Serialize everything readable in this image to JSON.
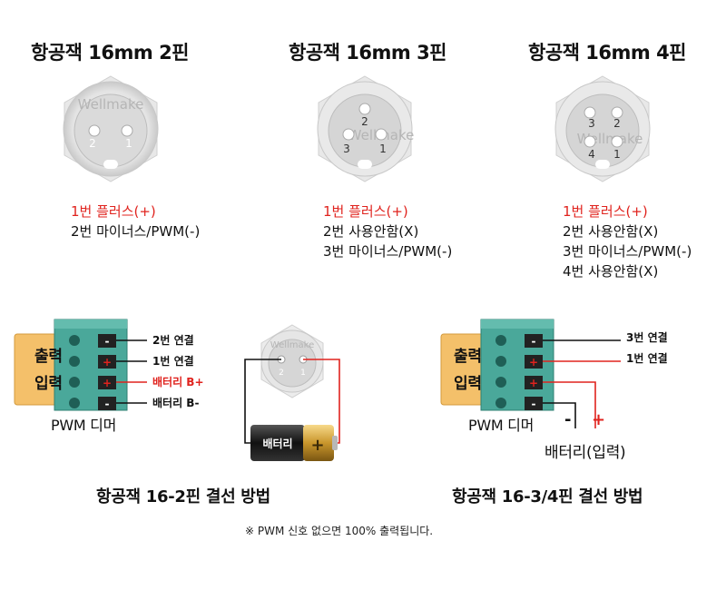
{
  "titles": {
    "pin2": "항공잭 16mm 2핀",
    "pin3": "항공잭 16mm 3핀",
    "pin4": "항공잭 16mm 4핀"
  },
  "watermark": "Wellmake",
  "pin_numbers": {
    "c2": [
      "2",
      "1"
    ],
    "c3": [
      "2",
      "3",
      "1"
    ],
    "c4": [
      "3",
      "2",
      "4",
      "1"
    ]
  },
  "descriptions": {
    "pin2": [
      "1번 플러스(+)",
      "2번 마이너스/PWM(-)"
    ],
    "pin3": [
      "1번 플러스(+)",
      "2번 사용안함(X)",
      "3번 마이너스/PWM(-)"
    ],
    "pin4": [
      "1번 플러스(+)",
      "2번 사용안함(X)",
      "3번 마이너스/PWM(-)",
      "4번 사용안함(X)"
    ]
  },
  "wiring_left": {
    "labels": [
      "2번 연결",
      "1번 연결",
      "배터리 B+",
      "배터리 B-"
    ],
    "side_top": "출력",
    "side_bottom": "입력",
    "dimmer": "PWM 디머",
    "battery": "배터리",
    "caption": "항공잭 16-2핀 결선 방법"
  },
  "wiring_right": {
    "labels": [
      "3번 연결",
      "1번 연결"
    ],
    "side_top": "출력",
    "side_bottom": "입력",
    "dimmer": "PWM 디머",
    "minus": "-",
    "plus": "+",
    "battery": "배터리(입력)",
    "caption": "항공잭 16-3/4핀 결선 방법"
  },
  "terminal_marks": [
    "-",
    "+",
    "+",
    "-"
  ],
  "footnote": "※ PWM 신호 없으면 100% 출력됩니다.",
  "colors": {
    "red": "#e0231e",
    "terminal_green": "#4aa89a",
    "plug_orange": "#f4c06a"
  }
}
